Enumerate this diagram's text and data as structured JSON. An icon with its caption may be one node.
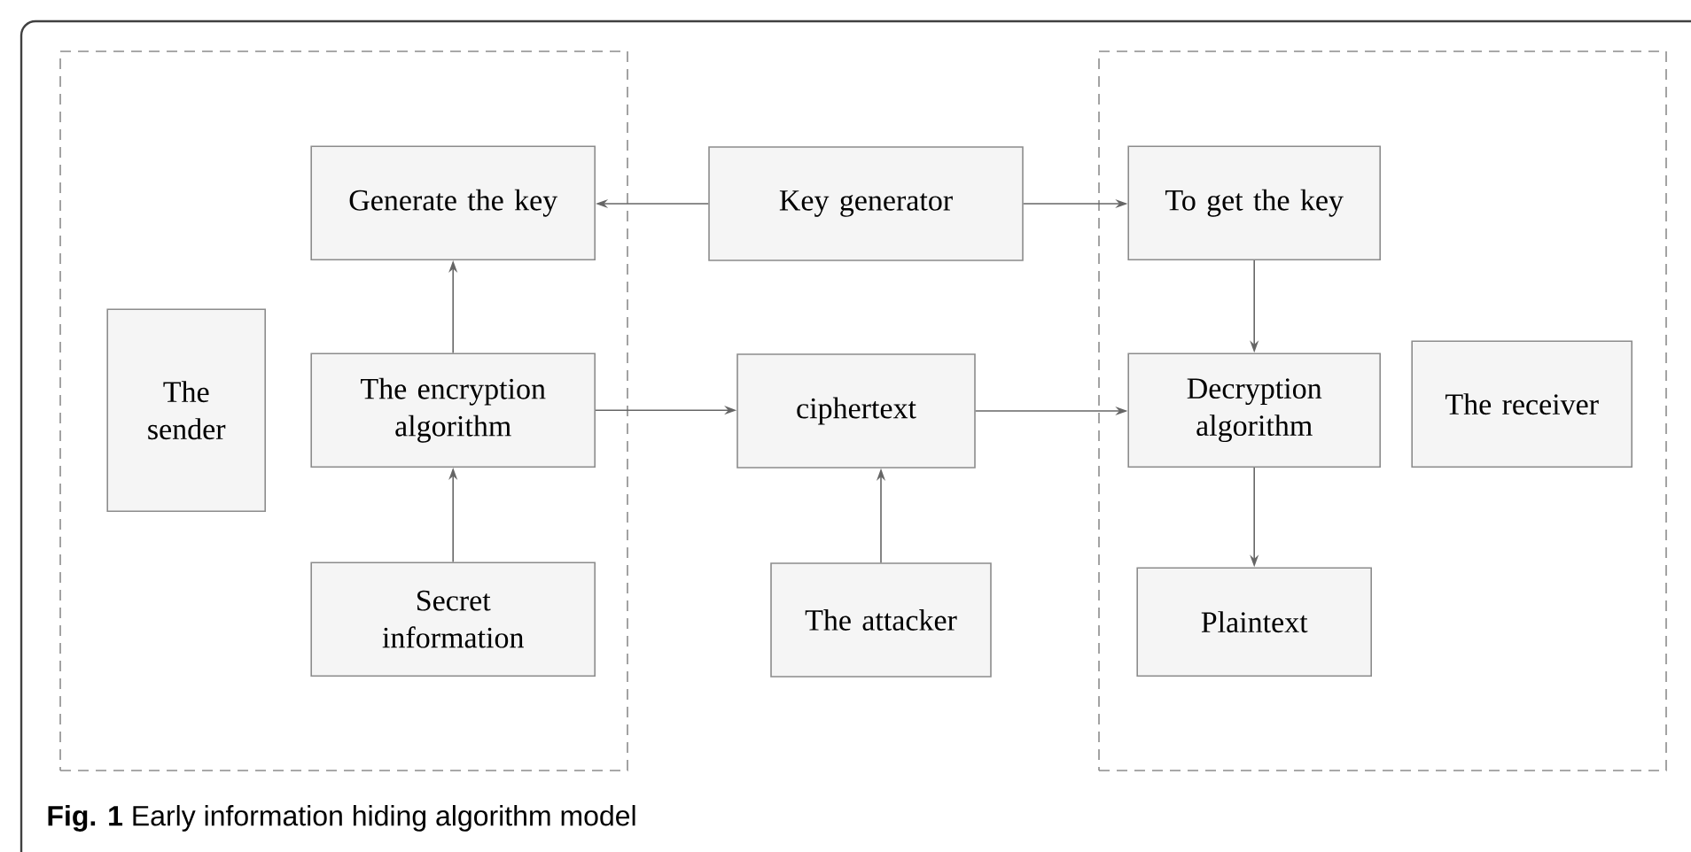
{
  "diagram": {
    "caption": "**Fig. 1** Early information hiding algorithm model",
    "nodes": [
      {
        "text": [],
        "shape": "box"
      },
      {
        "text": [
          "Generate the key"
        ],
        "in": 0
      },
      {
        "text": [
          "The sender"
        ],
        "in": 0
      },
      {
        "text": [
          "The encryption algorithm"
        ],
        "in": 0
      },
      {
        "text": [
          "Secret information"
        ],
        "in": 0
      },
      {
        "text": [
          "Key generator"
        ]
      },
      {
        "text": [
          "ciphertext"
        ]
      },
      {
        "text": [
          "The attacker"
        ]
      },
      {
        "text": [],
        "shape": "box"
      },
      {
        "text": [
          "To get the key"
        ],
        "in": 8
      },
      {
        "text": [
          "Decryption algorithm"
        ],
        "in": 8
      },
      {
        "text": [
          "The receiver"
        ],
        "in": 8
      },
      {
        "text": [
          "Plaintext"
        ],
        "in": 8
      }
    ],
    "edges": [
      {
        "from": 5,
        "to": 1,
        "arrow": "to"
      },
      {
        "from": 5,
        "to": 9,
        "arrow": "to"
      },
      {
        "from": 3,
        "to": 1,
        "arrow": "to"
      },
      {
        "from": 4,
        "to": 3,
        "arrow": "to"
      },
      {
        "from": 3,
        "to": 6,
        "arrow": "to"
      },
      {
        "from": 7,
        "to": 6,
        "arrow": "to"
      },
      {
        "from": 6,
        "to": 10,
        "arrow": "to"
      },
      {
        "from": 9,
        "to": 10,
        "arrow": "to"
      },
      {
        "from": 10,
        "to": 12,
        "arrow": "to"
      }
    ]
  }
}
